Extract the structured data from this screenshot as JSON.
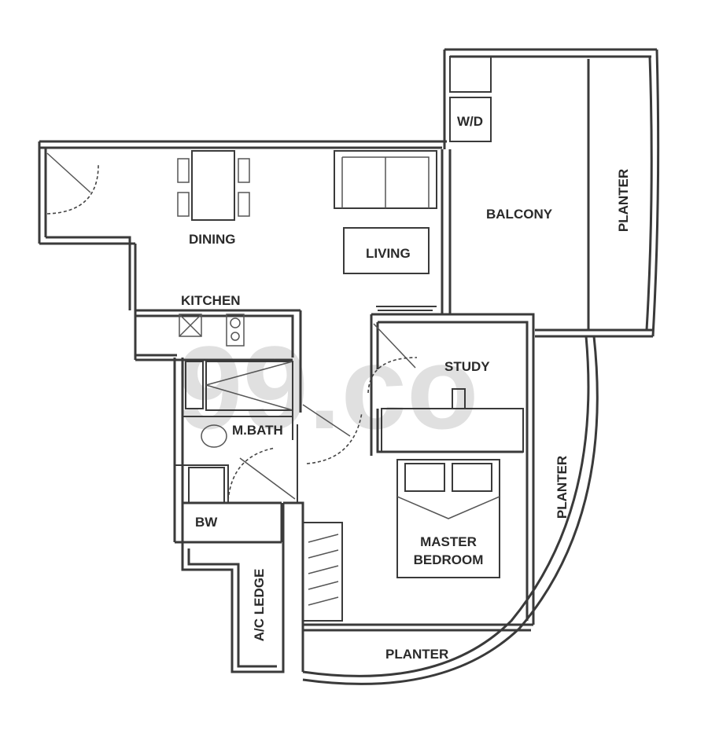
{
  "labels": {
    "wd": "W/D",
    "balcony": "BALCONY",
    "planter_balcony": "PLANTER",
    "dining": "DINING",
    "living": "LIVING",
    "kitchen": "KITCHEN",
    "study": "STUDY",
    "mbath": "M.BATH",
    "bw": "BW",
    "master_bedroom_line1": "MASTER",
    "master_bedroom_line2": "BEDROOM",
    "planter_side": "PLANTER",
    "ac_ledge": "A/C LEDGE",
    "planter_bottom": "PLANTER"
  },
  "watermark": "99.co",
  "colors": {
    "wall": "#3a3a3a",
    "watermark": "#bbbbbb"
  }
}
